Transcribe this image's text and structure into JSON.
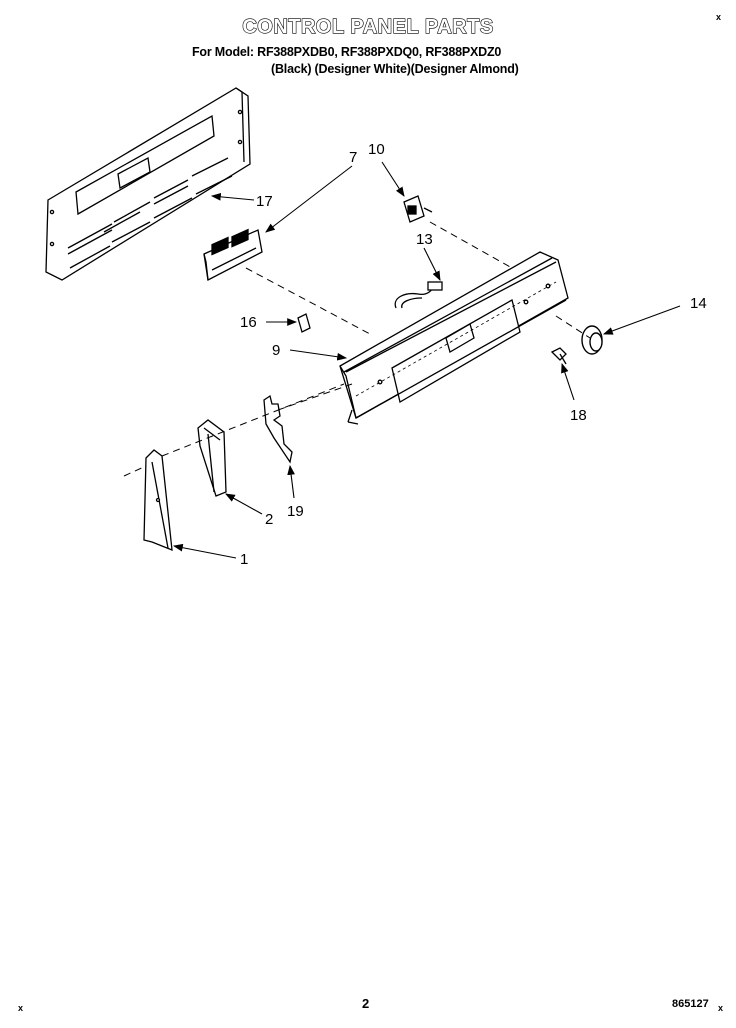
{
  "header": {
    "title": "CONTROL PANEL PARTS",
    "model_line": "For Model: RF388PXDB0, RF388PXDQ0, RF388PXDZ0",
    "color_line": "(Black)   (Designer White)(Designer Almond)"
  },
  "callouts": {
    "c1": "1",
    "c2": "2",
    "c7": "7",
    "c9": "9",
    "c10": "10",
    "c13": "13",
    "c14": "14",
    "c16": "16",
    "c17": "17",
    "c18": "18",
    "c19": "19"
  },
  "footer": {
    "page_number": "2",
    "document_number": "865127",
    "mark": "x"
  }
}
